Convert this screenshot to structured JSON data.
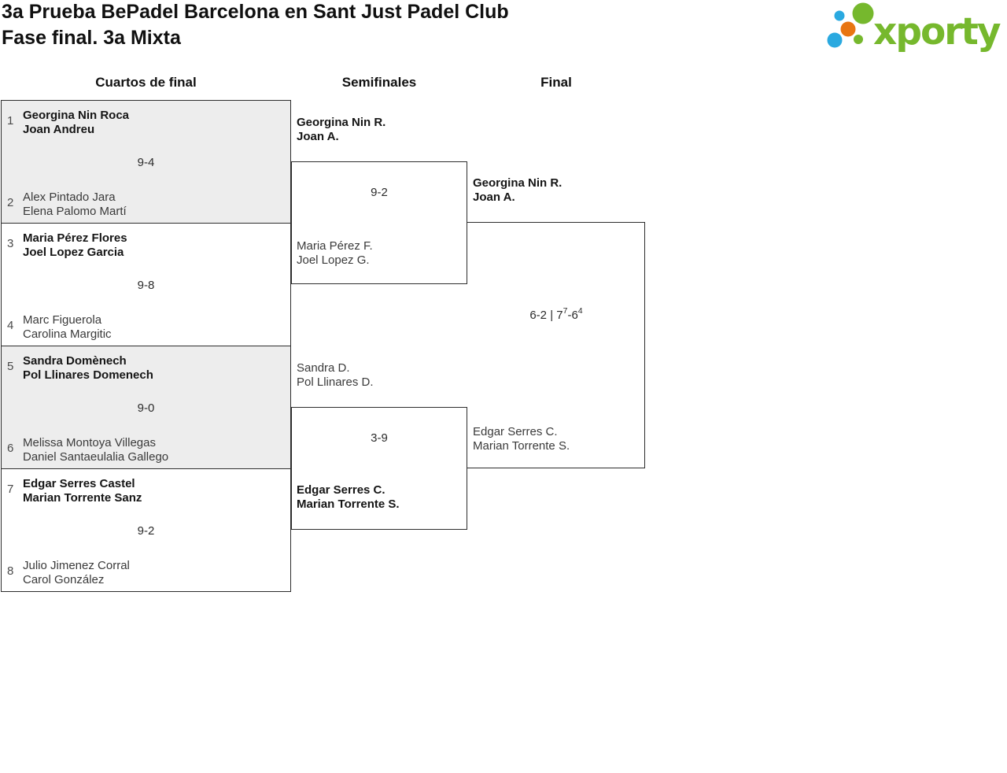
{
  "header": {
    "title_line1": "3a Prueba BePadel Barcelona en Sant Just Padel Club",
    "title_line2": "Fase final. 3a Mixta",
    "logo_text": "xporty"
  },
  "columns": {
    "quarterfinals": "Cuartos de final",
    "semifinals": "Semifinales",
    "final": "Final"
  },
  "colors": {
    "logo_green": "#76b82d",
    "logo_blue": "#2aa9e0",
    "logo_orange": "#e87511",
    "shaded_block": "#ededed",
    "border": "#2d2d2d"
  },
  "bracket": {
    "quarterfinals": [
      {
        "seed_top": "1",
        "team_top": [
          "Georgina Nin Roca",
          "Joan Andreu"
        ],
        "score": "9-4",
        "seed_bottom": "2",
        "team_bottom": [
          "Alex Pintado Jara",
          "Elena Palomo Martí"
        ]
      },
      {
        "seed_top": "3",
        "team_top": [
          "Maria Pérez Flores",
          "Joel Lopez Garcia"
        ],
        "score": "9-8",
        "seed_bottom": "4",
        "team_bottom": [
          "Marc Figuerola",
          "Carolina Margitic"
        ]
      },
      {
        "seed_top": "5",
        "team_top": [
          "Sandra Domènech",
          "Pol Llinares Domenech"
        ],
        "score": "9-0",
        "seed_bottom": "6",
        "team_bottom": [
          "Melissa Montoya Villegas",
          "Daniel Santaeulalia Gallego"
        ]
      },
      {
        "seed_top": "7",
        "team_top": [
          "Edgar Serres Castel",
          "Marian Torrente Sanz"
        ],
        "score": "9-2",
        "seed_bottom": "8",
        "team_bottom": [
          "Julio Jimenez Corral",
          "Carol González"
        ]
      }
    ],
    "semifinals": [
      {
        "team_top": [
          "Georgina Nin R.",
          "Joan A."
        ],
        "score": "9-2",
        "team_bottom": [
          "Maria Pérez F.",
          "Joel Lopez G."
        ]
      },
      {
        "team_top": [
          "Sandra D.",
          "Pol Llinares D."
        ],
        "score": "3-9",
        "team_bottom": [
          "Edgar Serres C.",
          "Marian Torrente S."
        ]
      }
    ],
    "final": {
      "team_top": [
        "Georgina Nin R.",
        "Joan A."
      ],
      "score_parts": {
        "base1": "6-2 | 7",
        "sup1": "7",
        "base2": "-6",
        "sup2": "4"
      },
      "team_bottom": [
        "Edgar Serres C.",
        "Marian Torrente S."
      ]
    }
  }
}
